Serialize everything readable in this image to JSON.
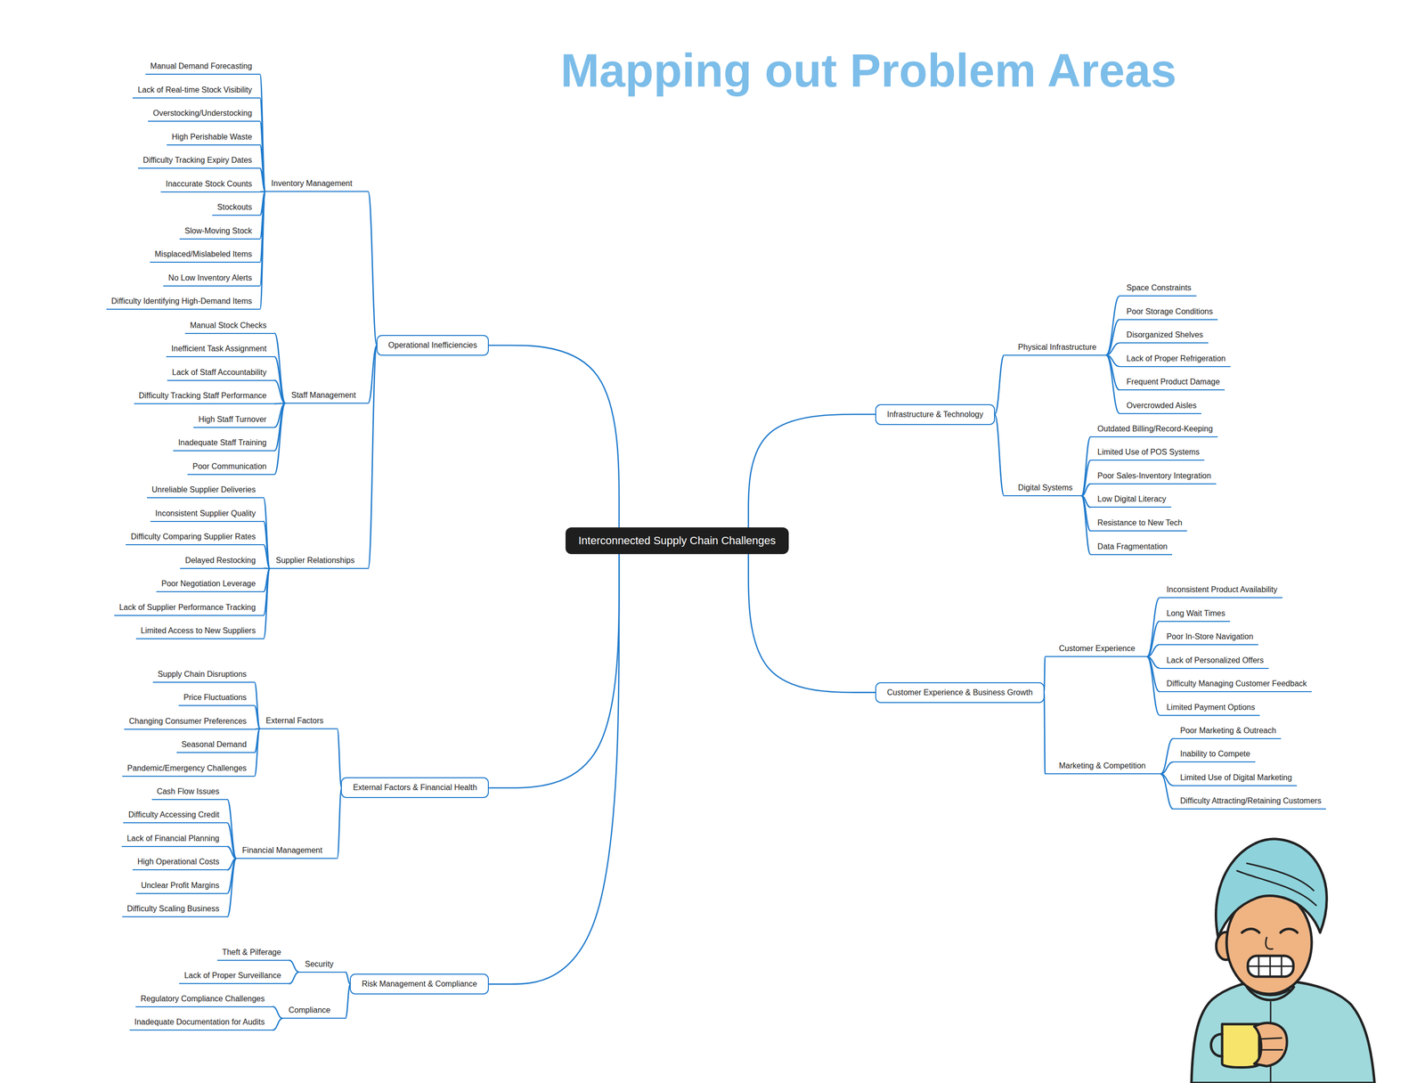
{
  "diagram": {
    "title": "Mapping out Problem Areas",
    "nodes": [
      {
        "text": [
          "Interconnected Supply Chain Challenges"
        ]
      },
      {
        "text": [
          "Operational Inefficiencies"
        ]
      },
      {
        "text": [
          "Inventory Management"
        ]
      },
      {
        "text": [
          "Manual Demand Forecasting"
        ]
      },
      {
        "text": [
          "Lack of Real-time Stock Visibility"
        ]
      },
      {
        "text": [
          "Overstocking/Understocking"
        ]
      },
      {
        "text": [
          "High Perishable Waste"
        ]
      },
      {
        "text": [
          "Difficulty Tracking Expiry Dates"
        ]
      },
      {
        "text": [
          "Inaccurate Stock Counts"
        ]
      },
      {
        "text": [
          "Stockouts"
        ]
      },
      {
        "text": [
          "Slow-Moving Stock"
        ]
      },
      {
        "text": [
          "Misplaced/Mislabeled Items"
        ]
      },
      {
        "text": [
          "No Low Inventory Alerts"
        ]
      },
      {
        "text": [
          "Difficulty Identifying High-Demand Items"
        ]
      },
      {
        "text": [
          "Staff Management"
        ]
      },
      {
        "text": [
          "Manual Stock Checks"
        ]
      },
      {
        "text": [
          "Inefficient Task Assignment"
        ]
      },
      {
        "text": [
          "Lack of Staff Accountability"
        ]
      },
      {
        "text": [
          "Difficulty Tracking Staff Performance"
        ]
      },
      {
        "text": [
          "High Staff Turnover"
        ]
      },
      {
        "text": [
          "Inadequate Staff Training"
        ]
      },
      {
        "text": [
          "Poor Communication"
        ]
      },
      {
        "text": [
          "Supplier Relationships"
        ]
      },
      {
        "text": [
          "Unreliable Supplier Deliveries"
        ]
      },
      {
        "text": [
          "Inconsistent Supplier Quality"
        ]
      },
      {
        "text": [
          "Difficulty Comparing Supplier Rates"
        ]
      },
      {
        "text": [
          "Delayed Restocking"
        ]
      },
      {
        "text": [
          "Poor Negotiation Leverage"
        ]
      },
      {
        "text": [
          "Lack of Supplier Performance Tracking"
        ]
      },
      {
        "text": [
          "Limited Access to New Suppliers"
        ]
      },
      {
        "text": [
          "External Factors & Financial Health"
        ]
      },
      {
        "text": [
          "External Factors"
        ]
      },
      {
        "text": [
          "Supply Chain Disruptions"
        ]
      },
      {
        "text": [
          "Price Fluctuations"
        ]
      },
      {
        "text": [
          "Changing Consumer Preferences"
        ]
      },
      {
        "text": [
          "Seasonal Demand"
        ]
      },
      {
        "text": [
          "Pandemic/Emergency Challenges"
        ]
      },
      {
        "text": [
          "Financial Management"
        ]
      },
      {
        "text": [
          "Cash Flow Issues"
        ]
      },
      {
        "text": [
          "Difficulty Accessing Credit"
        ]
      },
      {
        "text": [
          "Lack of Financial Planning"
        ]
      },
      {
        "text": [
          "High Operational Costs"
        ]
      },
      {
        "text": [
          "Unclear Profit Margins"
        ]
      },
      {
        "text": [
          "Difficulty Scaling Business"
        ]
      },
      {
        "text": [
          "Risk Management & Compliance"
        ]
      },
      {
        "text": [
          "Security"
        ]
      },
      {
        "text": [
          "Theft & Pilferage"
        ]
      },
      {
        "text": [
          "Lack of Proper Surveillance"
        ]
      },
      {
        "text": [
          "Compliance"
        ]
      },
      {
        "text": [
          "Regulatory Compliance Challenges"
        ]
      },
      {
        "text": [
          "Inadequate Documentation for Audits"
        ]
      },
      {
        "text": [
          "Infrastructure & Technology"
        ]
      },
      {
        "text": [
          "Physical Infrastructure"
        ]
      },
      {
        "text": [
          "Space Constraints"
        ]
      },
      {
        "text": [
          "Poor Storage Conditions"
        ]
      },
      {
        "text": [
          "Disorganized Shelves"
        ]
      },
      {
        "text": [
          "Lack of Proper Refrigeration"
        ]
      },
      {
        "text": [
          "Frequent Product Damage"
        ]
      },
      {
        "text": [
          "Overcrowded Aisles"
        ]
      },
      {
        "text": [
          "Digital Systems"
        ]
      },
      {
        "text": [
          "Outdated Billing/Record-Keeping"
        ]
      },
      {
        "text": [
          "Limited Use of POS Systems"
        ]
      },
      {
        "text": [
          "Poor Sales-Inventory Integration"
        ]
      },
      {
        "text": [
          "Low Digital Literacy"
        ]
      },
      {
        "text": [
          "Resistance to New Tech"
        ]
      },
      {
        "text": [
          "Data Fragmentation"
        ]
      },
      {
        "text": [
          "Customer Experience & Business Growth"
        ]
      },
      {
        "text": [
          "Customer Experience"
        ]
      },
      {
        "text": [
          "Inconsistent Product Availability"
        ]
      },
      {
        "text": [
          "Long Wait Times"
        ]
      },
      {
        "text": [
          "Poor In-Store Navigation"
        ]
      },
      {
        "text": [
          "Lack of Personalized Offers"
        ]
      },
      {
        "text": [
          "Difficulty Managing Customer Feedback"
        ]
      },
      {
        "text": [
          "Limited Payment Options"
        ]
      },
      {
        "text": [
          "Marketing & Competition"
        ]
      },
      {
        "text": [
          "Poor Marketing & Outreach"
        ]
      },
      {
        "text": [
          "Inability to Compete"
        ]
      },
      {
        "text": [
          "Limited Use of Digital Marketing"
        ]
      },
      {
        "text": [
          "Difficulty Attracting/Retaining Customers"
        ]
      }
    ],
    "edges": [
      {
        "from": 0,
        "to": 1,
        "arrow": "none"
      },
      {
        "from": 1,
        "to": 2,
        "arrow": "none"
      },
      {
        "from": 2,
        "to": 3,
        "arrow": "none"
      },
      {
        "from": 2,
        "to": 4,
        "arrow": "none"
      },
      {
        "from": 2,
        "to": 5,
        "arrow": "none"
      },
      {
        "from": 2,
        "to": 6,
        "arrow": "none"
      },
      {
        "from": 2,
        "to": 7,
        "arrow": "none"
      },
      {
        "from": 2,
        "to": 8,
        "arrow": "none"
      },
      {
        "from": 2,
        "to": 9,
        "arrow": "none"
      },
      {
        "from": 2,
        "to": 10,
        "arrow": "none"
      },
      {
        "from": 2,
        "to": 11,
        "arrow": "none"
      },
      {
        "from": 2,
        "to": 12,
        "arrow": "none"
      },
      {
        "from": 2,
        "to": 13,
        "arrow": "none"
      },
      {
        "from": 1,
        "to": 14,
        "arrow": "none"
      },
      {
        "from": 14,
        "to": 15,
        "arrow": "none"
      },
      {
        "from": 14,
        "to": 16,
        "arrow": "none"
      },
      {
        "from": 14,
        "to": 17,
        "arrow": "none"
      },
      {
        "from": 14,
        "to": 18,
        "arrow": "none"
      },
      {
        "from": 14,
        "to": 19,
        "arrow": "none"
      },
      {
        "from": 14,
        "to": 20,
        "arrow": "none"
      },
      {
        "from": 14,
        "to": 21,
        "arrow": "none"
      },
      {
        "from": 1,
        "to": 22,
        "arrow": "none"
      },
      {
        "from": 22,
        "to": 23,
        "arrow": "none"
      },
      {
        "from": 22,
        "to": 24,
        "arrow": "none"
      },
      {
        "from": 22,
        "to": 25,
        "arrow": "none"
      },
      {
        "from": 22,
        "to": 26,
        "arrow": "none"
      },
      {
        "from": 22,
        "to": 27,
        "arrow": "none"
      },
      {
        "from": 22,
        "to": 28,
        "arrow": "none"
      },
      {
        "from": 22,
        "to": 29,
        "arrow": "none"
      },
      {
        "from": 0,
        "to": 30,
        "arrow": "none"
      },
      {
        "from": 30,
        "to": 31,
        "arrow": "none"
      },
      {
        "from": 31,
        "to": 32,
        "arrow": "none"
      },
      {
        "from": 31,
        "to": 33,
        "arrow": "none"
      },
      {
        "from": 31,
        "to": 34,
        "arrow": "none"
      },
      {
        "from": 31,
        "to": 35,
        "arrow": "none"
      },
      {
        "from": 31,
        "to": 36,
        "arrow": "none"
      },
      {
        "from": 30,
        "to": 37,
        "arrow": "none"
      },
      {
        "from": 37,
        "to": 38,
        "arrow": "none"
      },
      {
        "from": 37,
        "to": 39,
        "arrow": "none"
      },
      {
        "from": 37,
        "to": 40,
        "arrow": "none"
      },
      {
        "from": 37,
        "to": 41,
        "arrow": "none"
      },
      {
        "from": 37,
        "to": 42,
        "arrow": "none"
      },
      {
        "from": 37,
        "to": 43,
        "arrow": "none"
      },
      {
        "from": 0,
        "to": 44,
        "arrow": "none"
      },
      {
        "from": 44,
        "to": 45,
        "arrow": "none"
      },
      {
        "from": 45,
        "to": 46,
        "arrow": "none"
      },
      {
        "from": 45,
        "to": 47,
        "arrow": "none"
      },
      {
        "from": 44,
        "to": 48,
        "arrow": "none"
      },
      {
        "from": 48,
        "to": 49,
        "arrow": "none"
      },
      {
        "from": 48,
        "to": 50,
        "arrow": "none"
      },
      {
        "from": 0,
        "to": 51,
        "arrow": "none"
      },
      {
        "from": 51,
        "to": 52,
        "arrow": "none"
      },
      {
        "from": 52,
        "to": 53,
        "arrow": "none"
      },
      {
        "from": 52,
        "to": 54,
        "arrow": "none"
      },
      {
        "from": 52,
        "to": 55,
        "arrow": "none"
      },
      {
        "from": 52,
        "to": 56,
        "arrow": "none"
      },
      {
        "from": 52,
        "to": 57,
        "arrow": "none"
      },
      {
        "from": 52,
        "to": 58,
        "arrow": "none"
      },
      {
        "from": 51,
        "to": 59,
        "arrow": "none"
      },
      {
        "from": 59,
        "to": 60,
        "arrow": "none"
      },
      {
        "from": 59,
        "to": 61,
        "arrow": "none"
      },
      {
        "from": 59,
        "to": 62,
        "arrow": "none"
      },
      {
        "from": 59,
        "to": 63,
        "arrow": "none"
      },
      {
        "from": 59,
        "to": 64,
        "arrow": "none"
      },
      {
        "from": 59,
        "to": 65,
        "arrow": "none"
      },
      {
        "from": 0,
        "to": 66,
        "arrow": "none"
      },
      {
        "from": 66,
        "to": 67,
        "arrow": "none"
      },
      {
        "from": 67,
        "to": 68,
        "arrow": "none"
      },
      {
        "from": 67,
        "to": 69,
        "arrow": "none"
      },
      {
        "from": 67,
        "to": 70,
        "arrow": "none"
      },
      {
        "from": 67,
        "to": 71,
        "arrow": "none"
      },
      {
        "from": 67,
        "to": 72,
        "arrow": "none"
      },
      {
        "from": 67,
        "to": 73,
        "arrow": "none"
      },
      {
        "from": 66,
        "to": 74,
        "arrow": "none"
      },
      {
        "from": 74,
        "to": 75,
        "arrow": "none"
      },
      {
        "from": 74,
        "to": 76,
        "arrow": "none"
      },
      {
        "from": 74,
        "to": 77,
        "arrow": "none"
      },
      {
        "from": 74,
        "to": 78,
        "arrow": "none"
      }
    ]
  }
}
